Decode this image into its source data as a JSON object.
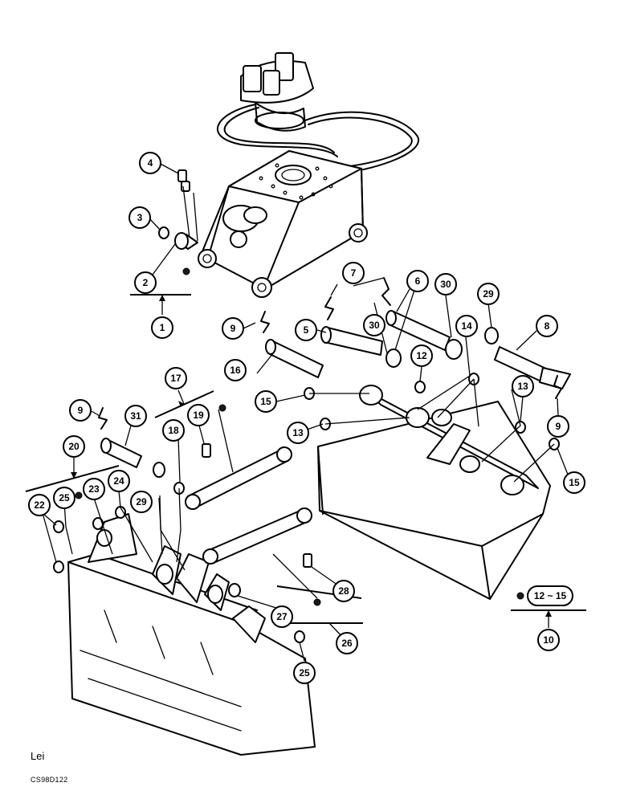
{
  "callouts": [
    {
      "id": "1",
      "label": "1"
    },
    {
      "id": "2",
      "label": "2"
    },
    {
      "id": "3",
      "label": "3"
    },
    {
      "id": "4",
      "label": "4"
    },
    {
      "id": "5",
      "label": "5"
    },
    {
      "id": "6",
      "label": "6"
    },
    {
      "id": "7",
      "label": "7"
    },
    {
      "id": "8",
      "label": "8"
    },
    {
      "id": "9a",
      "label": "9"
    },
    {
      "id": "9b",
      "label": "9"
    },
    {
      "id": "9c",
      "label": "9"
    },
    {
      "id": "10",
      "label": "10"
    },
    {
      "id": "12-15",
      "label": "12 ~ 15"
    },
    {
      "id": "12",
      "label": "12"
    },
    {
      "id": "13a",
      "label": "13"
    },
    {
      "id": "13b",
      "label": "13"
    },
    {
      "id": "14",
      "label": "14"
    },
    {
      "id": "15a",
      "label": "15"
    },
    {
      "id": "15b",
      "label": "15"
    },
    {
      "id": "16",
      "label": "16"
    },
    {
      "id": "17",
      "label": "17"
    },
    {
      "id": "18",
      "label": "18"
    },
    {
      "id": "19",
      "label": "19"
    },
    {
      "id": "20",
      "label": "20"
    },
    {
      "id": "22",
      "label": "22"
    },
    {
      "id": "23",
      "label": "23"
    },
    {
      "id": "24",
      "label": "24"
    },
    {
      "id": "25a",
      "label": "25"
    },
    {
      "id": "25b",
      "label": "25"
    },
    {
      "id": "26",
      "label": "26"
    },
    {
      "id": "27",
      "label": "27"
    },
    {
      "id": "28",
      "label": "28"
    },
    {
      "id": "29a",
      "label": "29"
    },
    {
      "id": "29b",
      "label": "29"
    },
    {
      "id": "30a",
      "label": "30"
    },
    {
      "id": "30b",
      "label": "30"
    },
    {
      "id": "31",
      "label": "31"
    }
  ],
  "notes": {
    "author_mark": "Lei",
    "drawing_code": "CS98D122"
  }
}
